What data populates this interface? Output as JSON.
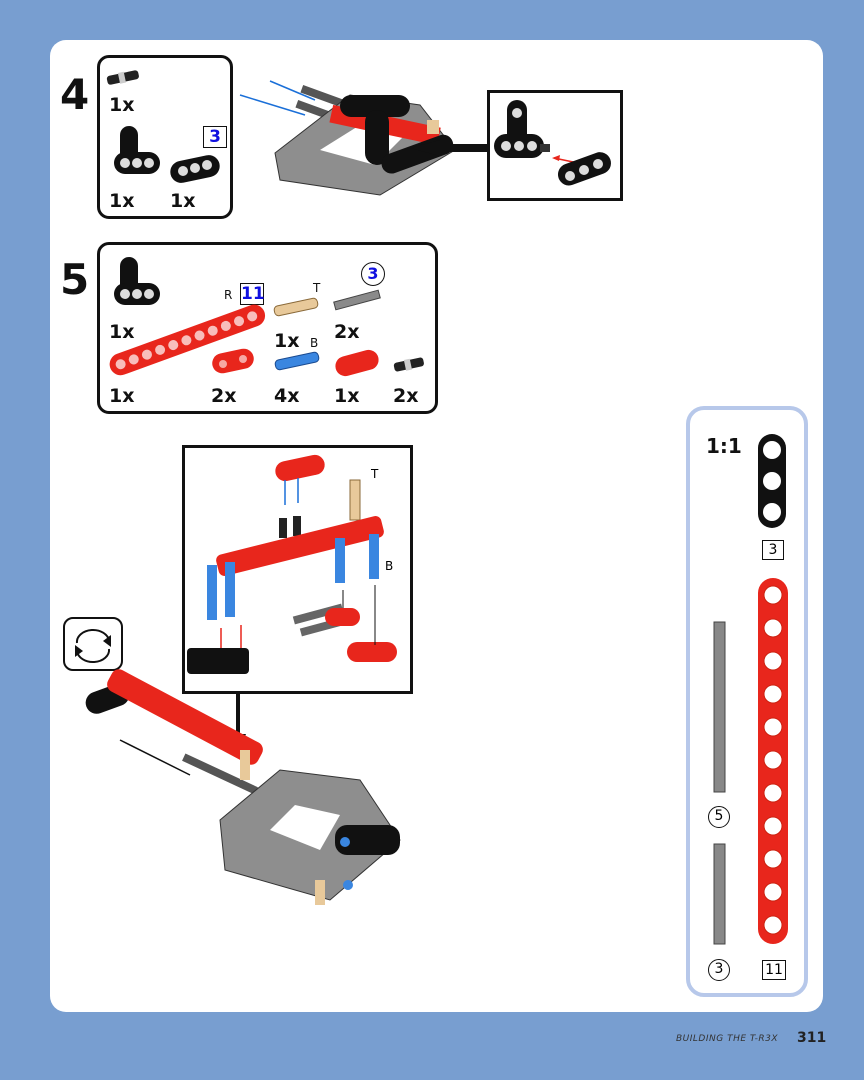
{
  "step4": {
    "number": "4",
    "parts": [
      {
        "qty": "1x",
        "part": "connector-pin"
      },
      {
        "qty": "1x",
        "part": "black-t-beam"
      },
      {
        "qty": "1x",
        "part": "black-beam-3",
        "size_tag": "3"
      }
    ]
  },
  "step5": {
    "number": "5",
    "parts": [
      {
        "qty": "1x",
        "part": "black-t-beam"
      },
      {
        "qty": "1x",
        "part": "red-beam-11",
        "label": "R",
        "size_tag": "11"
      },
      {
        "qty": "1x",
        "part": "tan-pin",
        "label": "T"
      },
      {
        "qty": "2x",
        "part": "gray-axle-3",
        "size_tag": "3"
      },
      {
        "qty": "2x",
        "part": "red-cross-block"
      },
      {
        "qty": "4x",
        "part": "blue-pin",
        "label": "B"
      },
      {
        "qty": "1x",
        "part": "red-beam-3"
      },
      {
        "qty": "2x",
        "part": "connector-pin"
      }
    ]
  },
  "inset": {
    "label_t": "T",
    "label_b": "B"
  },
  "ruler": {
    "scale": "1:1",
    "items": [
      {
        "tag": "3",
        "kind": "square"
      },
      {
        "tag": "5",
        "kind": "circle"
      },
      {
        "tag": "3",
        "kind": "circle"
      },
      {
        "tag": "11",
        "kind": "square"
      }
    ]
  },
  "footer": {
    "section": "BUILDING THE T-R3X",
    "page": "311"
  },
  "colors": {
    "background": "#789ed0",
    "red": "#e8261c",
    "blue_tag": "#1010e0",
    "ruler_border": "#b7c8ea"
  }
}
